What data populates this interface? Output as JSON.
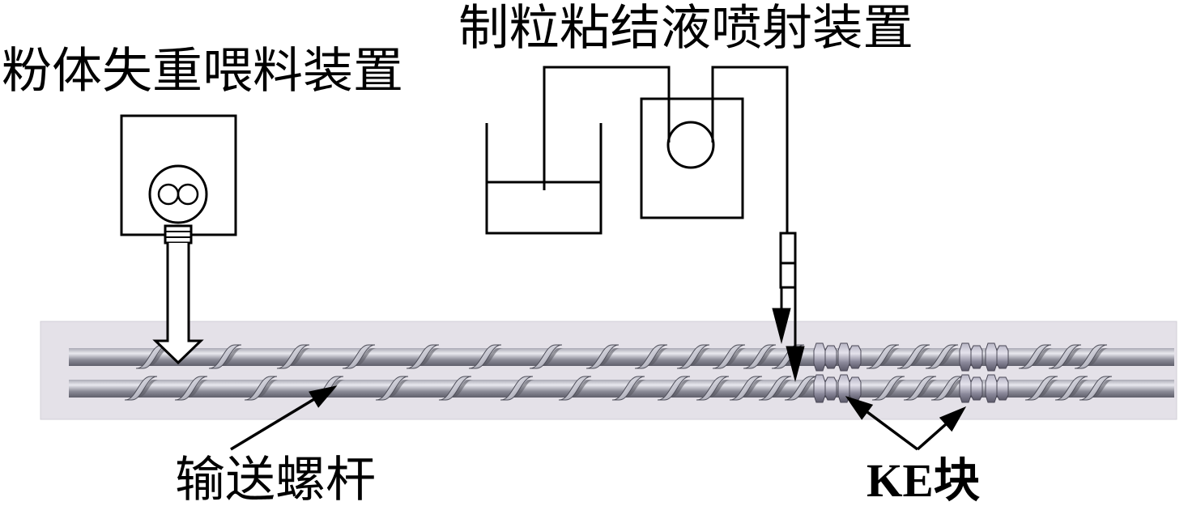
{
  "labels": {
    "feeder": "粉体失重喂料装置",
    "sprayer": "制粒粘结液喷射装置",
    "screw": "输送螺杆",
    "ke_block": "KE块"
  },
  "colors": {
    "background": "#ffffff",
    "line": "#000000",
    "barrel": "#e4e1e8",
    "screw_highlight": "#e9e9ef",
    "screw_shadow": "#5f5f6b"
  }
}
